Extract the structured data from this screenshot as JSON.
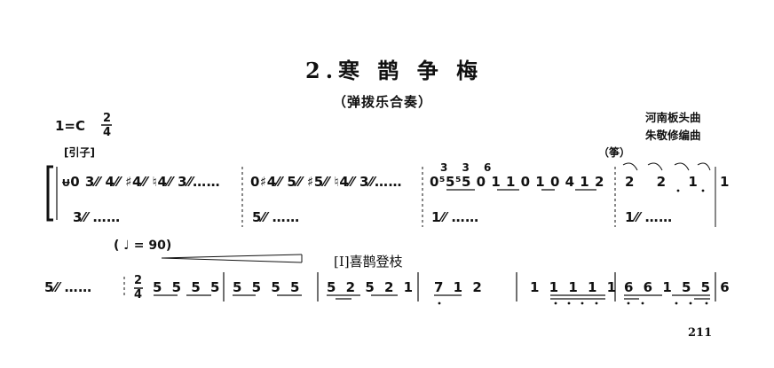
{
  "header": {
    "title": "2.寒 鹊 争 梅",
    "subtitle": "（弹拨乐合奏）",
    "credit_line1": "河南板头曲",
    "credit_line2": "朱敬修编曲"
  },
  "key": {
    "label": "1=C",
    "meter_top": "2",
    "meter_bottom": "4"
  },
  "system1": {
    "intro_label": "[引子]",
    "zheng_label": "（筝）",
    "upper_m1": "ᵾ0 3⁄⁄ 4⁄⁄ ♯4⁄⁄ ♮4⁄⁄ 3⁄⁄……",
    "upper_m2": "0♯4⁄⁄ 5⁄⁄ ♯5⁄⁄ ♮4⁄⁄ 3⁄⁄……",
    "upper_m3": "0⁵5⁵5 0 1 1 0 1 0 4 1 2",
    "upper_m3_grace": "3 3 6",
    "upper_m4": "2 2 1 1",
    "lower_m1": "3⁄⁄ ……",
    "lower_m2": "5⁄⁄ ……",
    "lower_m3": "1⁄⁄ ……",
    "lower_m4": "1⁄⁄ ……"
  },
  "system2": {
    "tempo": "( ♩ = 90)",
    "section_label": "[Ⅰ]喜鹊登枝",
    "lead": "5⁄⁄ ……",
    "meter_top": "2",
    "meter_bottom": "4",
    "m1": "5 5  5 5",
    "m2": "5 5   5 5",
    "m3": "5 2 5  2 1",
    "m4": "7 1     2",
    "m5": "1   1 1 1 1",
    "m6": "6 6 1  5 5 6"
  },
  "page_number": "211"
}
